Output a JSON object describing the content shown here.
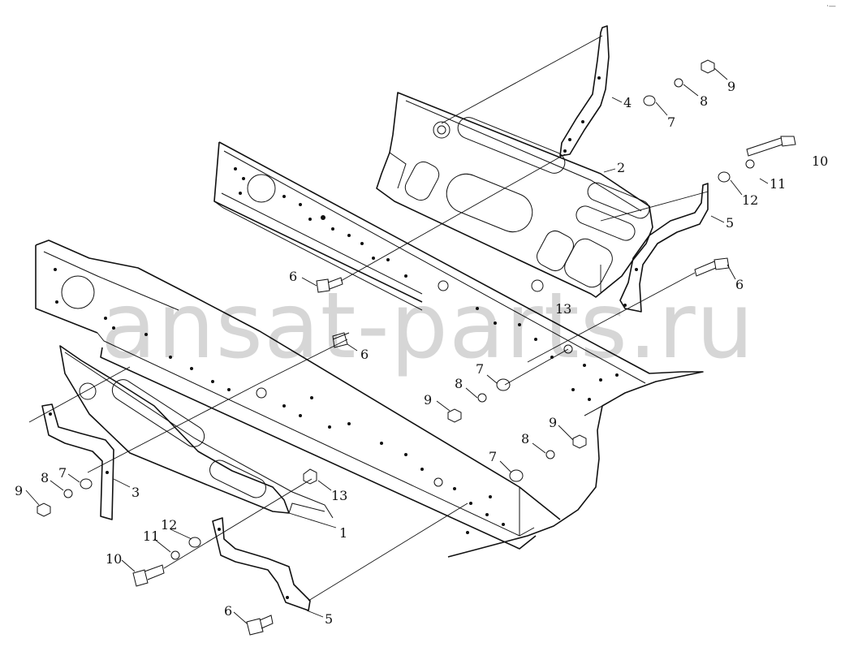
{
  "watermark": "ansat-parts.ru",
  "corner_mark": "·—",
  "callouts": {
    "c1": "1",
    "c2": "2",
    "c3": "3",
    "c4": "4",
    "c5a": "5",
    "c5b": "5",
    "c6a": "6",
    "c6b": "6",
    "c6c": "6",
    "c6d": "6",
    "c7a": "7",
    "c7b": "7",
    "c7c": "7",
    "c7d": "7",
    "c8a": "8",
    "c8b": "8",
    "c8c": "8",
    "c8d": "8",
    "c9a": "9",
    "c9b": "9",
    "c9c": "9",
    "c9d": "9",
    "c10a": "10",
    "c10b": "10",
    "c11a": "11",
    "c11b": "11",
    "c12a": "12",
    "c12b": "12",
    "c13a": "13",
    "c13b": "13"
  }
}
